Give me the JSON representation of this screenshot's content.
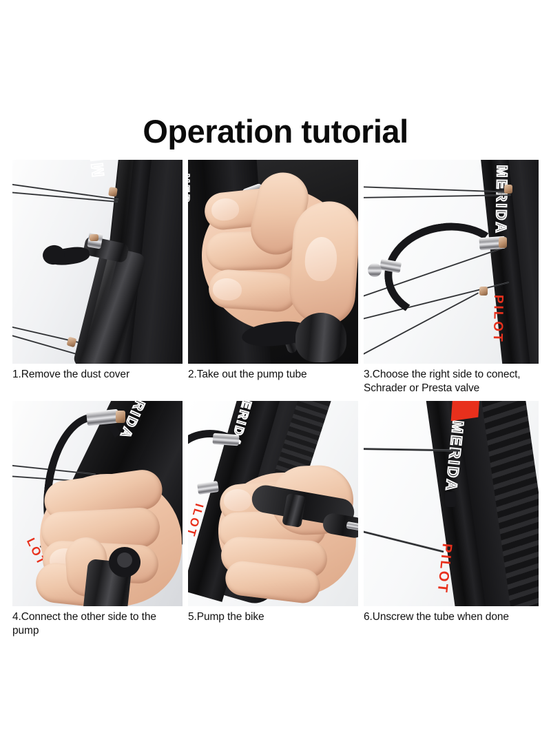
{
  "page": {
    "title": "Operation tutorial",
    "background_color": "#ffffff",
    "text_color": "#0b0b0b"
  },
  "steps": [
    {
      "id": "step-1",
      "number": "1",
      "caption": "1.Remove the dust cover",
      "image_alt": "Bicycle wheel rim with MERIDA branding and a black mini pump mounted beside the valve",
      "scene": "rim-with-pump"
    },
    {
      "id": "step-2",
      "number": "2",
      "caption": "2.Take out the pump tube",
      "image_alt": "Hand holding a black pump hose with a chrome valve connector",
      "scene": "hand-holding-tube"
    },
    {
      "id": "step-3",
      "number": "3",
      "caption": "3.Choose the right side to conect, Schrader or Presta valve",
      "image_alt": "MERIDA PILOT wheel rim with the black hose attached to the valve",
      "scene": "rim-hose-attached"
    },
    {
      "id": "step-4",
      "number": "4",
      "caption": "4.Connect the other side to the pump",
      "image_alt": "Hand connecting the curved hose to the black pump body in front of a MERIDA PILOT rim",
      "scene": "hand-connect-pump"
    },
    {
      "id": "step-5",
      "number": "5",
      "caption": "5.Pump the bike",
      "image_alt": "Hand gripping and pushing the black mini pump next to the MERIDA PILOT tire",
      "scene": "hand-pumping"
    },
    {
      "id": "step-6",
      "number": "6",
      "caption": "6.Unscrew the tube when done",
      "image_alt": "Finished MERIDA PILOT wheel with knobby tire and the valve closed",
      "scene": "finished-wheel"
    }
  ],
  "brand_text": {
    "merida": "MERIDA",
    "pilot": "PILOT"
  },
  "colors": {
    "brand_red": "#e8301c",
    "rim_black": "#121214",
    "skin": "#f0c6a7",
    "chrome": "#d8d8dc"
  }
}
